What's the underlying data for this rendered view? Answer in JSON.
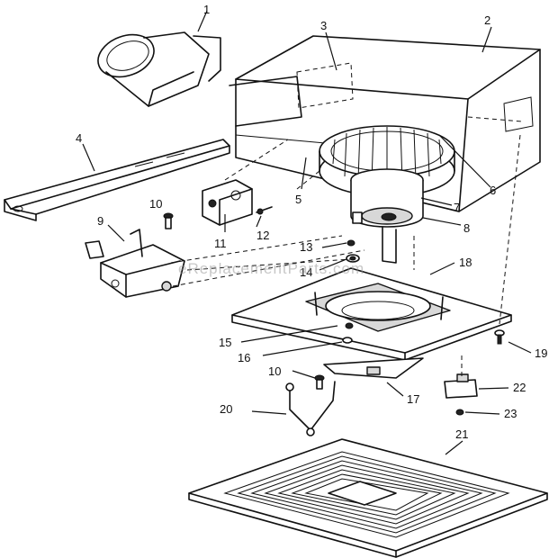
{
  "watermark": "eReplacementParts.com",
  "callouts": [
    "1",
    "2",
    "3",
    "4",
    "5",
    "6",
    "7",
    "8",
    "9",
    "10",
    "11",
    "12",
    "13",
    "14",
    "15",
    "16",
    "10",
    "17",
    "18",
    "19",
    "20",
    "21",
    "22",
    "23"
  ]
}
